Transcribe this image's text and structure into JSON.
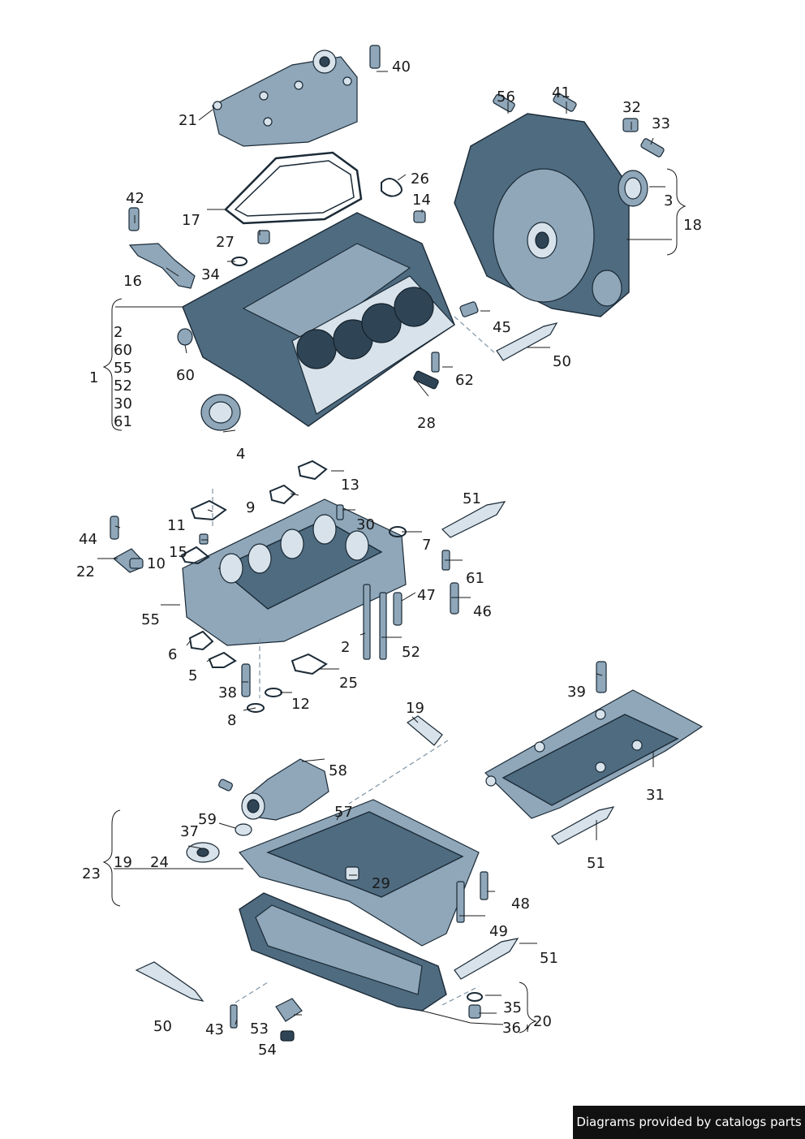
{
  "callouts": [
    {
      "text": "40"
    },
    {
      "text": "21"
    },
    {
      "text": "56"
    },
    {
      "text": "41"
    },
    {
      "text": "32"
    },
    {
      "text": "33"
    },
    {
      "text": "26"
    },
    {
      "text": "3"
    },
    {
      "text": "18"
    },
    {
      "text": "42"
    },
    {
      "text": "14"
    },
    {
      "text": "17"
    },
    {
      "text": "27"
    },
    {
      "text": "34"
    },
    {
      "text": "16"
    },
    {
      "text": "45"
    },
    {
      "text": "50"
    },
    {
      "text": "2"
    },
    {
      "text": "60"
    },
    {
      "text": "55"
    },
    {
      "text": "1"
    },
    {
      "text": "52"
    },
    {
      "text": "30"
    },
    {
      "text": "61"
    },
    {
      "text": "60"
    },
    {
      "text": "62"
    },
    {
      "text": "28"
    },
    {
      "text": "4"
    },
    {
      "text": "13"
    },
    {
      "text": "51"
    },
    {
      "text": "11"
    },
    {
      "text": "9"
    },
    {
      "text": "30"
    },
    {
      "text": "44"
    },
    {
      "text": "7"
    },
    {
      "text": "15"
    },
    {
      "text": "10"
    },
    {
      "text": "22"
    },
    {
      "text": "61"
    },
    {
      "text": "47"
    },
    {
      "text": "46"
    },
    {
      "text": "55"
    },
    {
      "text": "2"
    },
    {
      "text": "52"
    },
    {
      "text": "6"
    },
    {
      "text": "5"
    },
    {
      "text": "25"
    },
    {
      "text": "38"
    },
    {
      "text": "12"
    },
    {
      "text": "8"
    },
    {
      "text": "19"
    },
    {
      "text": "39"
    },
    {
      "text": "58"
    },
    {
      "text": "31"
    },
    {
      "text": "57"
    },
    {
      "text": "59"
    },
    {
      "text": "37"
    },
    {
      "text": "51"
    },
    {
      "text": "23"
    },
    {
      "text": "19"
    },
    {
      "text": "24"
    },
    {
      "text": "29"
    },
    {
      "text": "48"
    },
    {
      "text": "49"
    },
    {
      "text": "51"
    },
    {
      "text": "35"
    },
    {
      "text": "50"
    },
    {
      "text": "43"
    },
    {
      "text": "53"
    },
    {
      "text": "36"
    },
    {
      "text": "20"
    },
    {
      "text": "54"
    }
  ],
  "watermark": {
    "text": "Diagrams provided by catalogs parts"
  },
  "colors": {
    "part": "#4f6b80",
    "part_light": "#8fa7b9",
    "outline": "#1b2a36",
    "leader": "#1a1a1a"
  }
}
